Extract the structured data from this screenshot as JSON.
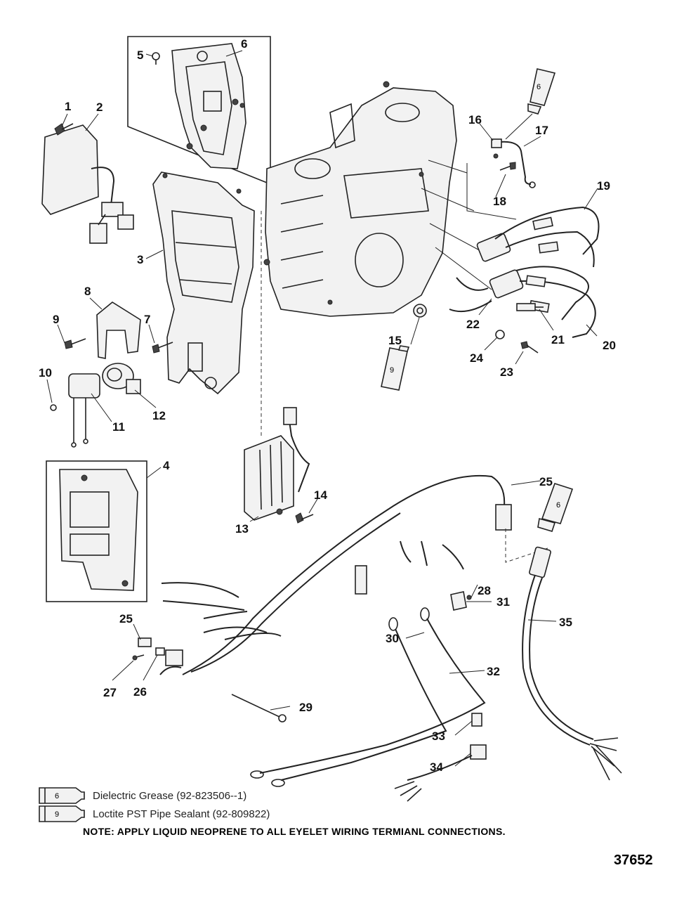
{
  "callouts": [
    {
      "id": "c1",
      "label": "1"
    },
    {
      "id": "c2",
      "label": "2"
    },
    {
      "id": "c3",
      "label": "3"
    },
    {
      "id": "c4",
      "label": "4"
    },
    {
      "id": "c5",
      "label": "5"
    },
    {
      "id": "c6",
      "label": "6"
    },
    {
      "id": "c7",
      "label": "7"
    },
    {
      "id": "c8",
      "label": "8"
    },
    {
      "id": "c9",
      "label": "9"
    },
    {
      "id": "c10",
      "label": "10"
    },
    {
      "id": "c11",
      "label": "11"
    },
    {
      "id": "c12",
      "label": "12"
    },
    {
      "id": "c13",
      "label": "13"
    },
    {
      "id": "c14",
      "label": "14"
    },
    {
      "id": "c15",
      "label": "15"
    },
    {
      "id": "c16",
      "label": "16"
    },
    {
      "id": "c17",
      "label": "17"
    },
    {
      "id": "c18",
      "label": "18"
    },
    {
      "id": "c19",
      "label": "19"
    },
    {
      "id": "c20",
      "label": "20"
    },
    {
      "id": "c21",
      "label": "21"
    },
    {
      "id": "c22",
      "label": "22"
    },
    {
      "id": "c23",
      "label": "23"
    },
    {
      "id": "c24",
      "label": "24"
    },
    {
      "id": "c25a",
      "label": "25"
    },
    {
      "id": "c25b",
      "label": "25"
    },
    {
      "id": "c26",
      "label": "26"
    },
    {
      "id": "c27",
      "label": "27"
    },
    {
      "id": "c28",
      "label": "28"
    },
    {
      "id": "c29",
      "label": "29"
    },
    {
      "id": "c30",
      "label": "30"
    },
    {
      "id": "c31",
      "label": "31"
    },
    {
      "id": "c32",
      "label": "32"
    },
    {
      "id": "c33",
      "label": "33"
    },
    {
      "id": "c34",
      "label": "34"
    },
    {
      "id": "c35",
      "label": "35"
    }
  ],
  "tube_labels": {
    "grease": "6",
    "sealant": "9"
  },
  "legend": [
    {
      "tube": "6",
      "text": "Dielectric Grease (92-823506--1)"
    },
    {
      "tube": "9",
      "text": "Loctite PST Pipe Sealant (92-809822)"
    }
  ],
  "note": "NOTE:  APPLY LIQUID NEOPRENE TO ALL EYELET WIRING TERMIANL CONNECTIONS.",
  "figure_id": "37652"
}
